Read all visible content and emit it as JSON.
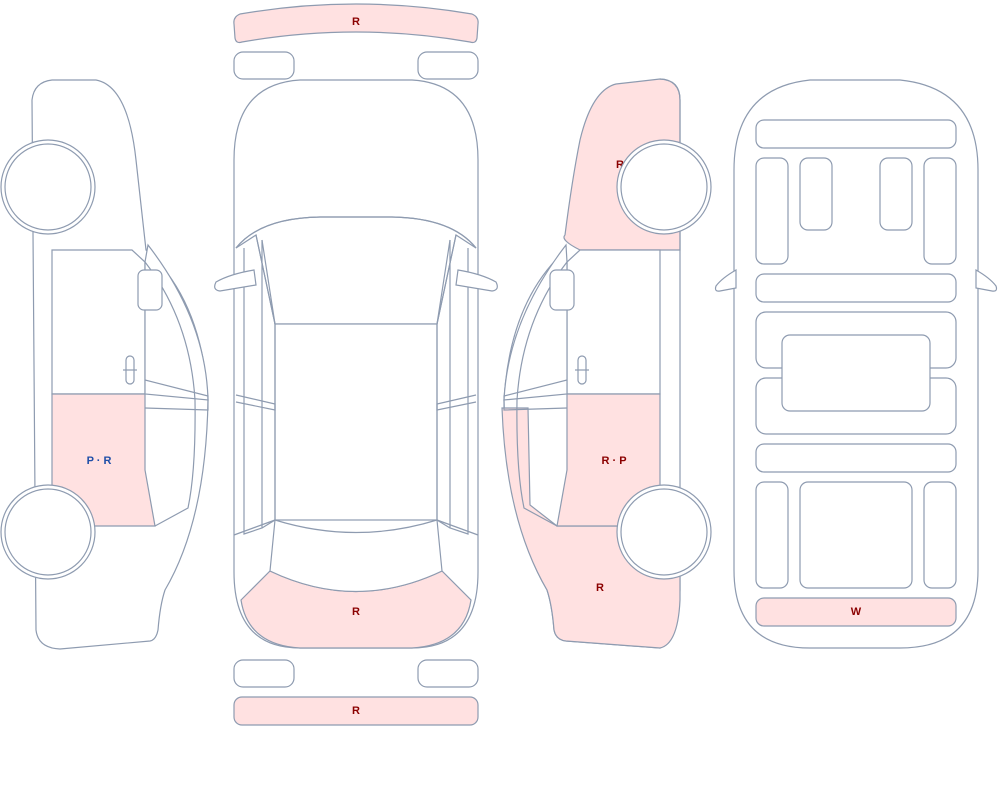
{
  "colors": {
    "outline": "#8e9bb0",
    "damage_fill": "#ffe1e1",
    "repair_text": "#8b0000",
    "paint_text": "#1f4fa8"
  },
  "marks": {
    "front_bumper": "R",
    "rear_bumper": "R",
    "hood": "R",
    "left_rear_door": "P · R",
    "right_front_fender": "R",
    "right_rear_door": "R · P",
    "right_rear_quarter": "R",
    "floor_rear_panel": "W"
  }
}
